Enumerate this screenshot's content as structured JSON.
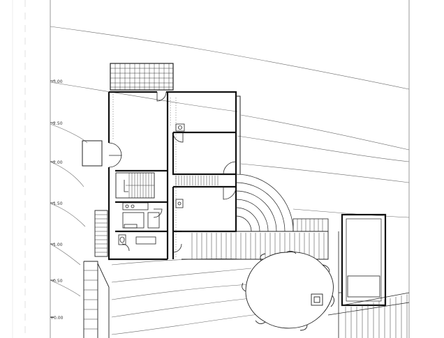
{
  "drawing": {
    "type": "architectural-floor-plan",
    "elevation_marks": [
      {
        "label": "-3.00"
      },
      {
        "label": "-2.50"
      },
      {
        "label": "-2.00"
      },
      {
        "label": "-1.50"
      },
      {
        "label": "-1.00"
      },
      {
        "label": "-0.50"
      },
      {
        "label": "+0.00"
      }
    ],
    "colors": {
      "line": "#222222",
      "background": "#ffffff"
    }
  }
}
